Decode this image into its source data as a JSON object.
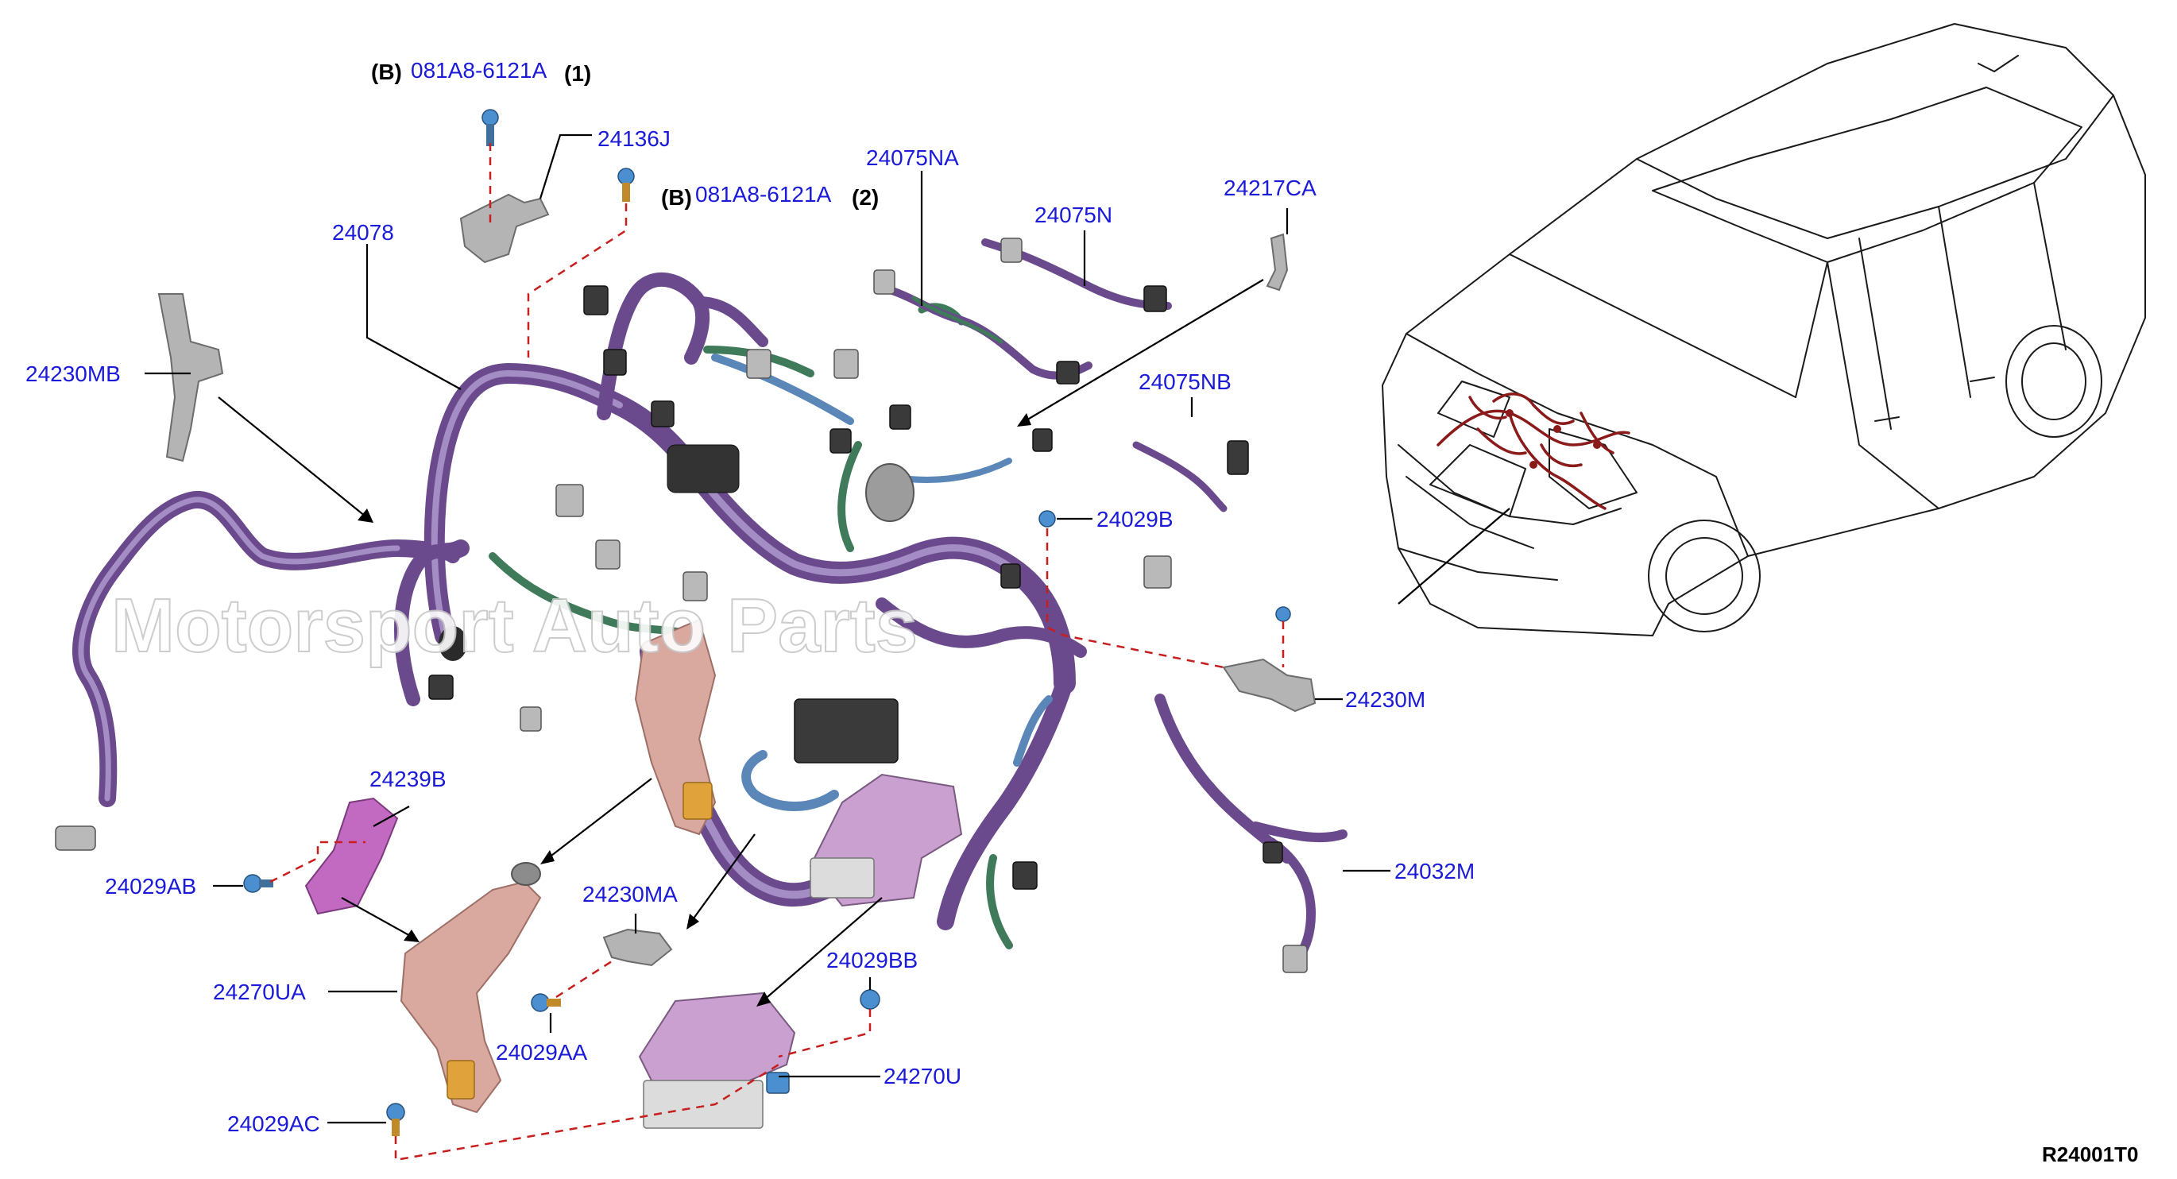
{
  "diagram": {
    "parts": [
      {
        "id": "p-081a8-1",
        "prefix": "(B)",
        "number": "081A8-6121A",
        "suffix": "(1)"
      },
      {
        "id": "p-24136j",
        "number": "24136J"
      },
      {
        "id": "p-081a8-2",
        "prefix": "(B)",
        "number": "081A8-6121A",
        "suffix": "(2)"
      },
      {
        "id": "p-24075na",
        "number": "24075NA"
      },
      {
        "id": "p-24075n",
        "number": "24075N"
      },
      {
        "id": "p-24217ca",
        "number": "24217CA"
      },
      {
        "id": "p-24078",
        "number": "24078"
      },
      {
        "id": "p-24230mb",
        "number": "24230MB"
      },
      {
        "id": "p-24075nb",
        "number": "24075NB"
      },
      {
        "id": "p-24029b",
        "number": "24029B"
      },
      {
        "id": "p-24230m",
        "number": "24230M"
      },
      {
        "id": "p-24239b",
        "number": "24239B"
      },
      {
        "id": "p-24029ab",
        "number": "24029AB"
      },
      {
        "id": "p-24230ma",
        "number": "24230MA"
      },
      {
        "id": "p-24032m",
        "number": "24032M"
      },
      {
        "id": "p-24029bb",
        "number": "24029BB"
      },
      {
        "id": "p-24270ua",
        "number": "24270UA"
      },
      {
        "id": "p-24029aa",
        "number": "24029AA"
      },
      {
        "id": "p-24270u",
        "number": "24270U"
      },
      {
        "id": "p-24029ac",
        "number": "24029AC"
      }
    ],
    "reference_code": "R24001T0",
    "watermark": "Motorsport Auto Parts",
    "colors": {
      "label": "#1a1ad8",
      "leader": "#000000",
      "dashed_leader": "#c81e1e",
      "harness_purple": "#6a4a8c",
      "harness_green": "#3f7a5a",
      "bracket_pink": "#d9a9a0",
      "fuse_box_purple": "#c9a0cf",
      "vehicle_harness": "#8b1a1a"
    }
  }
}
